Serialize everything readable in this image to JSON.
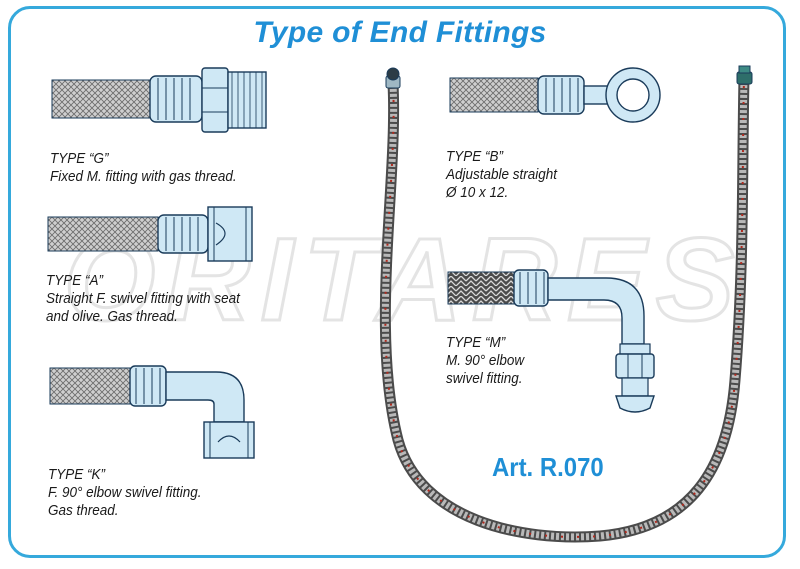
{
  "title": "Type of End Fittings",
  "article": "Art. R.070",
  "watermark_text": "ORITARES",
  "colors": {
    "frame": "#35a9dc",
    "title": "#1f8fd6",
    "fitting_fill": "#cfe8f5",
    "fitting_stroke": "#1a3b5a",
    "braid": "#7c7c7c",
    "hose_red": "#b02a1e"
  },
  "fittings": [
    {
      "id": "G",
      "type": "TYPE “G”",
      "desc": [
        "Fixed M. fitting with gas thread."
      ]
    },
    {
      "id": "A",
      "type": "TYPE “A”",
      "desc": [
        "Straight F. swivel fitting with seat",
        "and olive. Gas thread."
      ]
    },
    {
      "id": "K",
      "type": "TYPE “K”",
      "desc": [
        "F. 90° elbow swivel fitting.",
        "Gas thread."
      ]
    },
    {
      "id": "B",
      "type": "TYPE “B”",
      "desc": [
        "Adjustable straight",
        "Ø 10 x 12."
      ]
    },
    {
      "id": "M",
      "type": "TYPE “M”",
      "desc": [
        "M. 90° elbow",
        "swivel fitting."
      ]
    }
  ]
}
